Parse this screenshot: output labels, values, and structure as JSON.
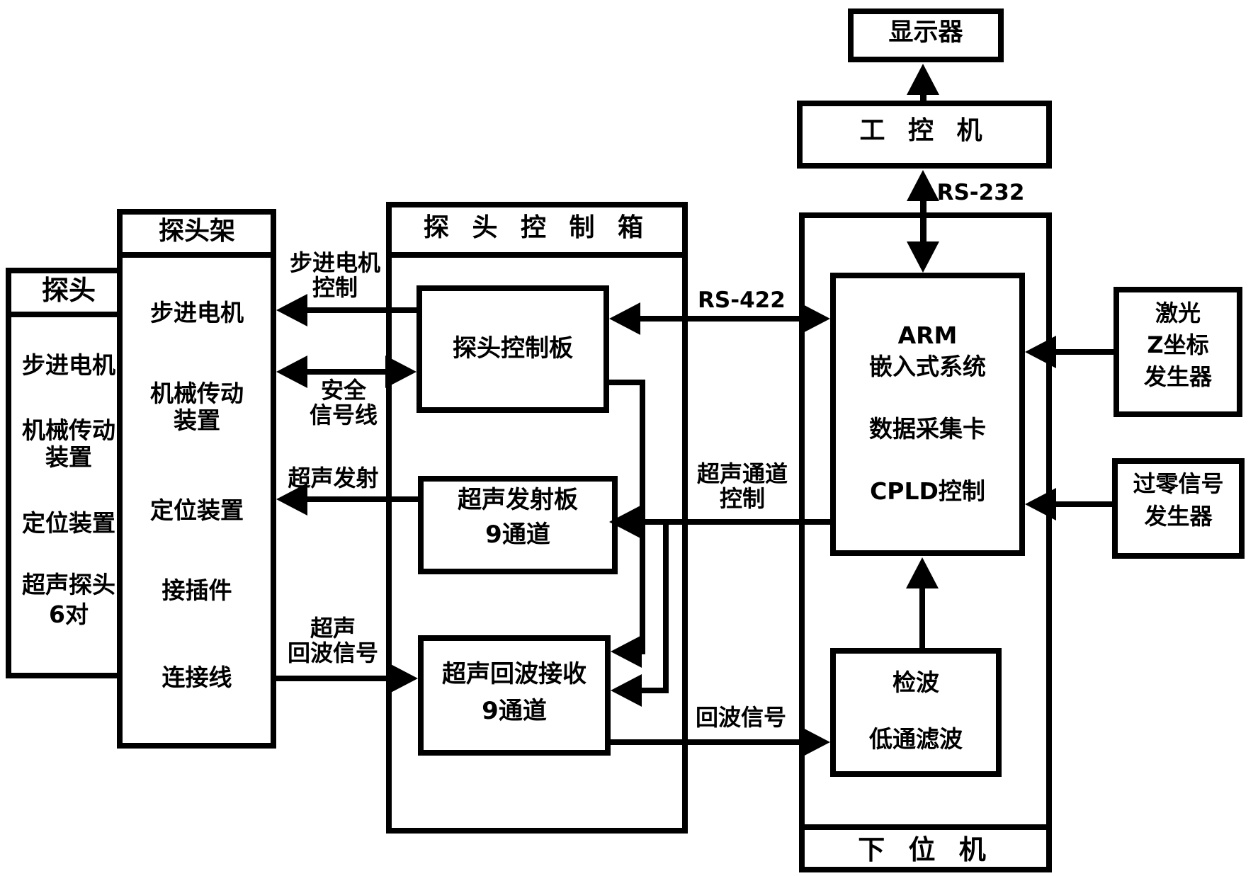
{
  "colors": {
    "stroke": "#000000",
    "background": "#ffffff"
  },
  "boxes": {
    "display": {
      "title": "显示器"
    },
    "ipc": {
      "title": "工 控 机"
    },
    "probe": {
      "title": "探头",
      "items": [
        "步进电机",
        "机械传动",
        "装置",
        "定位装置",
        "超声探头",
        "6对"
      ]
    },
    "frame": {
      "title": "探头架",
      "items": [
        "步进电机",
        "机械传动",
        "装置",
        "定位装置",
        "接插件",
        "连接线"
      ]
    },
    "ctrlbox": {
      "title": "探 头 控 制 箱"
    },
    "ctrl_board": {
      "line1": "探头控制板"
    },
    "tx_board": {
      "line1": "超声发射板",
      "line2": "9通道"
    },
    "rx_board": {
      "line1": "超声回波接收",
      "line2": "9通道"
    },
    "lower": {
      "title": "下 位 机"
    },
    "arm": {
      "lines": [
        "ARM",
        "嵌入式系统",
        "数据采集卡",
        "CPLD控制"
      ]
    },
    "filter": {
      "line1": "检波",
      "line2": "低通滤波"
    },
    "laser": {
      "lines": [
        "激光",
        "Z坐标",
        "发生器"
      ]
    },
    "zero": {
      "line1": "过零信号",
      "line2": "发生器"
    }
  },
  "labels": {
    "rs232": "RS-232",
    "rs422": "RS-422",
    "stepper_line1": "步进电机",
    "stepper_line2": "控制",
    "safety_line1": "安全",
    "safety_line2": "信号线",
    "tx": "超声发射",
    "echo_left_line1": "超声",
    "echo_left_line2": "回波信号",
    "chan_line1": "超声通道",
    "chan_line2": "控制",
    "echo_right": "回波信号"
  }
}
